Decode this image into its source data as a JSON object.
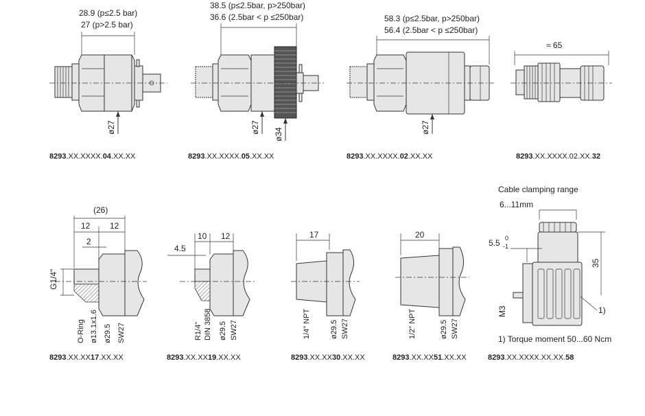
{
  "top_row": {
    "v04": {
      "dim1": "28.9 (p≤2.5 bar)",
      "dim2": "27 (p>2.5 bar)",
      "dia": "ø27",
      "code_prefix": "8293",
      "code_mid": ".XX.XXXX.",
      "code_bold": "04",
      "code_suffix": ".XX.XX"
    },
    "v05": {
      "dim1": "38.5 (p≤2.5bar, p>250bar)",
      "dim2": "36.6 (2.5bar < p ≤250bar)",
      "dia1": "ø27",
      "dia2": "ø34",
      "code_prefix": "8293",
      "code_mid": ".XX.XXXX.",
      "code_bold": "05",
      "code_suffix": ".XX.XX"
    },
    "v02": {
      "dim1": "58.3 (p≤2.5bar, p>250bar)",
      "dim2": "56.4 (2.5bar < p ≤250bar)",
      "dia": "ø27",
      "code_prefix": "8293",
      "code_mid": ".XX.XXXX.",
      "code_bold": "02",
      "code_suffix": ".XX.XX"
    },
    "v32": {
      "dim": "≈ 65",
      "code_prefix": "8293",
      "code_mid": ".XX.XXXX.02.XX.",
      "code_bold": "32"
    }
  },
  "bottom_row": {
    "v17": {
      "dim_total": "(26)",
      "dim_a": "12",
      "dim_b": "12",
      "dim_c": "2",
      "thread": "G1/4\"",
      "l1": "O-Ring",
      "l2": "ø13.1x1.6",
      "l3": "ø29.5",
      "l4": "SW27",
      "code_prefix": "8293",
      "code_mid": ".XX.XX",
      "code_bold": "17",
      "code_suffix": ".XX.XX"
    },
    "v19": {
      "dim_a": "4.5",
      "dim_b": "10",
      "dim_c": "12",
      "l1": "R1/4\"",
      "l2": "DIN 3858",
      "l3": "ø29.5",
      "l4": "SW27",
      "code_prefix": "8293",
      "code_mid": ".XX.XX",
      "code_bold": "19",
      "code_suffix": ".XX.XX"
    },
    "v30": {
      "dim": "17",
      "l1": "1/4\" NPT",
      "l2": "ø29.5",
      "l3": "SW27",
      "code_prefix": "8293",
      "code_mid": ".XX.XX",
      "code_bold": "30",
      "code_suffix": ".XX.XX"
    },
    "v51": {
      "dim": "20",
      "l1": "1/2\" NPT",
      "l2": "ø29.5",
      "l3": "SW27",
      "code_prefix": "8293",
      "code_mid": ".XX.XX",
      "code_bold": "51",
      "code_suffix": ".XX.XX"
    },
    "v58": {
      "title": "Cable clamping range",
      "range": "6...11mm",
      "dim_a": "5.5",
      "tol_up": "0",
      "tol_down": "-1",
      "dim_h": "35",
      "m3": "M3",
      "ref": "1)",
      "note": "1) Torque moment 50...60 Ncm",
      "code_prefix": "8293",
      "code_mid": ".XX.XXXX.XX.XX.",
      "code_bold": "58"
    }
  }
}
